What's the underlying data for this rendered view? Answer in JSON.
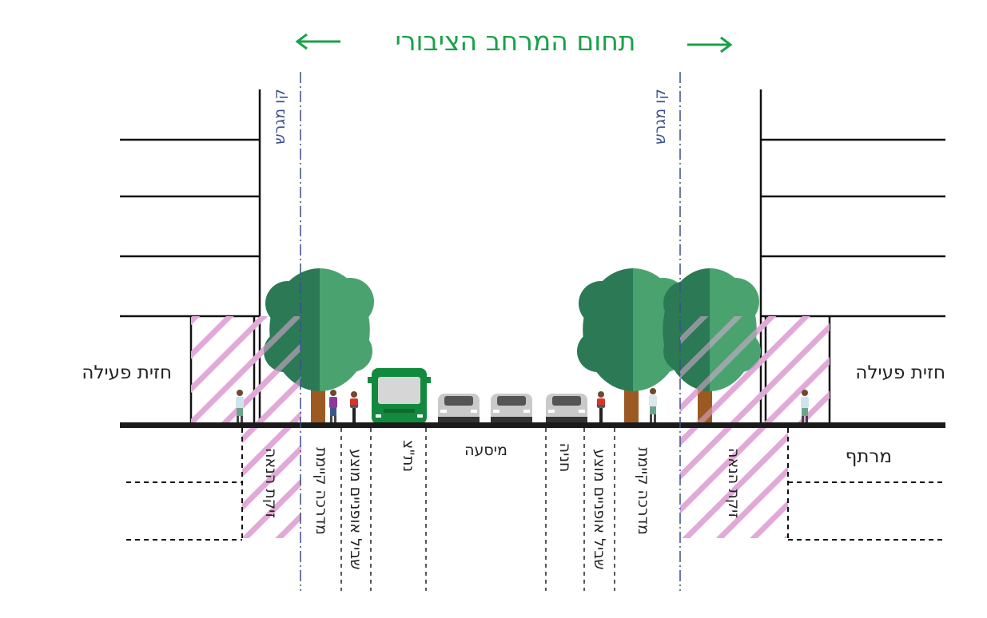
{
  "header": {
    "title": "תחום המרחב הציבורי"
  },
  "boundary_line": {
    "label": "קו מגרש"
  },
  "left_building": {
    "label": "חזית פעילה"
  },
  "right_building": {
    "label": "חזית פעילה"
  },
  "basement": {
    "label": "מרתף"
  },
  "lanes": {
    "easement_left": "זיקת הנאה",
    "sidewalk_left": "מדרכה קיימת",
    "bike_left": "שביל אופניים מוצע",
    "bus_lane": "נת\"צ",
    "roadway": "מיסעה",
    "parking": "חניה",
    "bike_right": "שביל אופניים מוצע",
    "sidewalk_right": "מדרכה קיימת",
    "easement_right": "זיקת הנאה"
  },
  "colors": {
    "accent_green": "#1aa14a",
    "boundary_blue": "#3a4f8c",
    "easement_pink": "#e2a9d8",
    "tree_dark": "#2b7a55",
    "tree_light": "#4aa36e",
    "trunk": "#9c5a22",
    "bus": "#128a3e",
    "car": "#c9c9c9",
    "ground": "#1b1b1b"
  }
}
